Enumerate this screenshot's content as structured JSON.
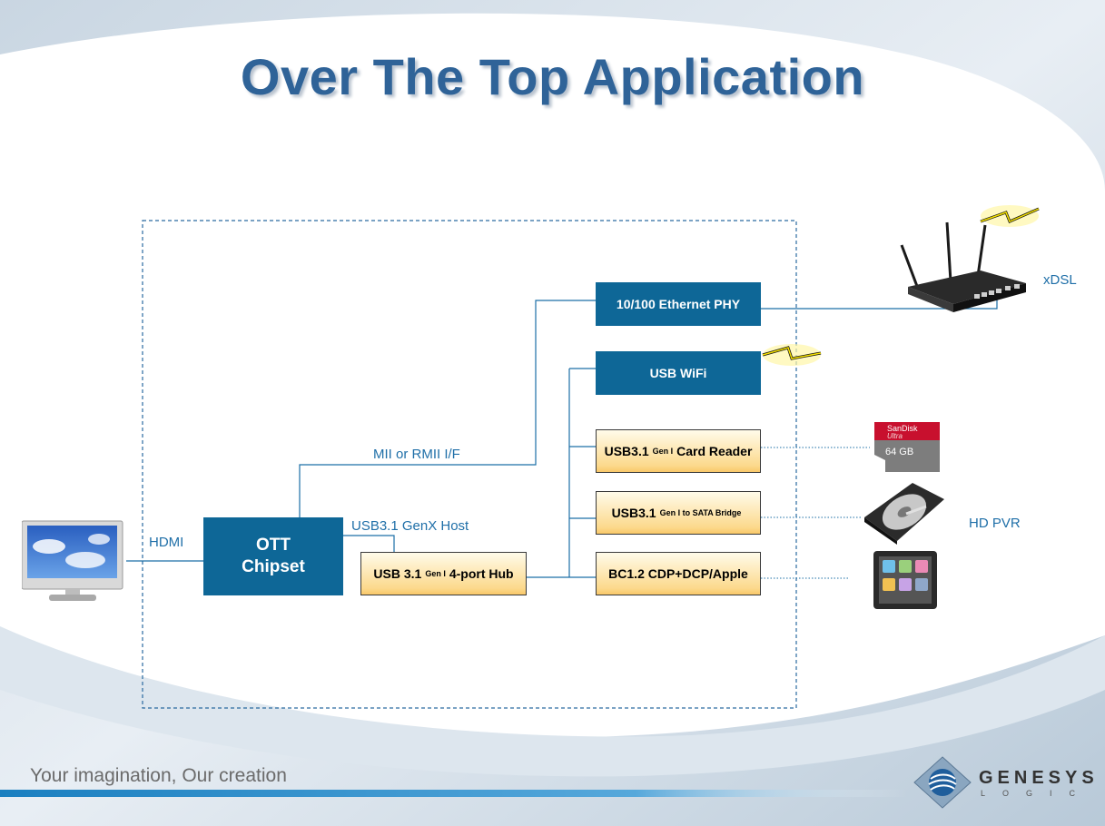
{
  "title": "Over The Top Application",
  "labels": {
    "hdmi": "HDMI",
    "mii": "MII or RMII I/F",
    "usb_host": "USB3.1 GenX Host",
    "xdsl": "xDSL",
    "hd_pvr": "HD PVR"
  },
  "boxes": {
    "ott_line1": "OTT",
    "ott_line2": "Chipset",
    "ethernet_phy": "10/100 Ethernet PHY",
    "usb_wifi": "USB WiFi",
    "hub_main": "USB 3.1",
    "hub_sub": "Gen I",
    "hub_tail": "4-port Hub",
    "card_main": "USB3.1",
    "card_sub": "Gen I",
    "card_tail": "Card Reader",
    "sata_main": "USB3.1",
    "sata_sub": "Gen I to SATA Bridge",
    "bc": "BC1.2 CDP+DCP/Apple"
  },
  "sdcard": {
    "brand": "SanDisk",
    "line": "Ultra",
    "capacity": "64 GB"
  },
  "footer": {
    "tagline": "Your imagination, Our creation",
    "logo_name": "GENESYS",
    "logo_sub": "LOGIC"
  },
  "colors": {
    "box_blue": "#0e6797",
    "title_blue": "#2f6398",
    "label_blue": "#1f6fa8",
    "line_blue": "#1c6fa6"
  }
}
